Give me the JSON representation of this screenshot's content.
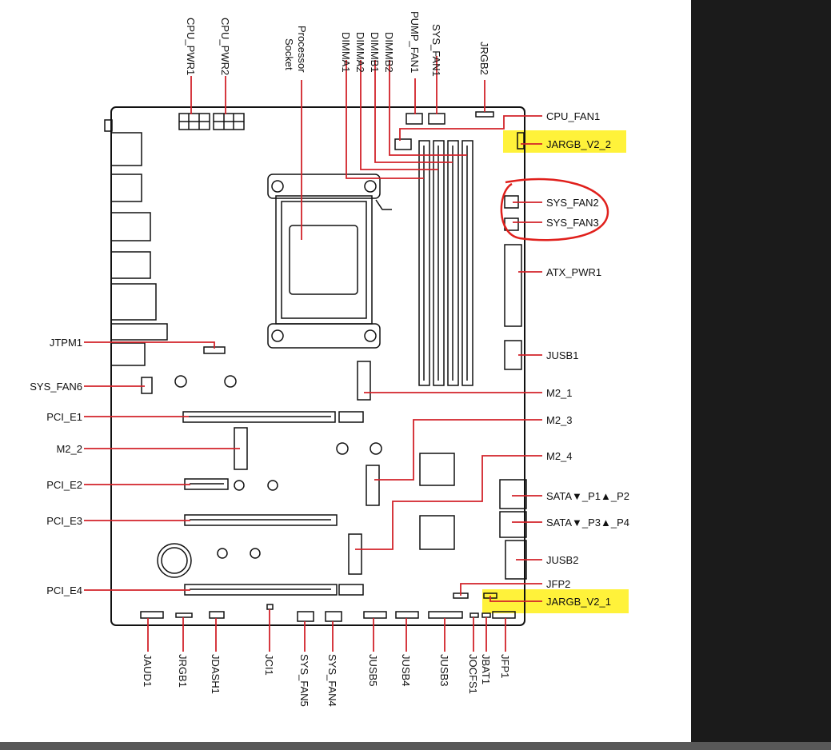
{
  "diagram": {
    "top_labels": {
      "cpu_pwr1": "CPU_PWR1",
      "cpu_pwr2": "CPU_PWR2",
      "processor_line1": "Processor",
      "processor_line2": "Socket",
      "dimma1": "DIMMA1",
      "dimma2": "DIMMA2",
      "dimmb1": "DIMMB1",
      "dimmb2": "DIMMB2",
      "pump_fan1": "PUMP_FAN1",
      "sys_fan1": "SYS_FAN1",
      "jrgb2": "JRGB2"
    },
    "right_labels": {
      "cpu_fan1": "CPU_FAN1",
      "jargb_v2_2": "JARGB_V2_2",
      "sys_fan2": "SYS_FAN2",
      "sys_fan3": "SYS_FAN3",
      "atx_pwr1": "ATX_PWR1",
      "jusb1": "JUSB1",
      "m2_1": "M2_1",
      "m2_3": "M2_3",
      "m2_4": "M2_4",
      "sata_p1p2": "SATA▼_P1▲_P2",
      "sata_p3p4": "SATA▼_P3▲_P4",
      "jusb2": "JUSB2",
      "jfp2": "JFP2",
      "jargb_v2_1": "JARGB_V2_1"
    },
    "left_labels": {
      "jtpm1": "JTPM1",
      "sys_fan6": "SYS_FAN6",
      "pci_e1": "PCI_E1",
      "m2_2": "M2_2",
      "pci_e2": "PCI_E2",
      "pci_e3": "PCI_E3",
      "pci_e4": "PCI_E4"
    },
    "bottom_labels": {
      "jaud1": "JAUD1",
      "jrgb1": "JRGB1",
      "jdash1": "JDASH1",
      "jci1": "JCI1",
      "sys_fan5": "SYS_FAN5",
      "sys_fan4": "SYS_FAN4",
      "jusb5": "JUSB5",
      "jusb4": "JUSB4",
      "jusb3": "JUSB3",
      "jocfs1": "JOCFS1",
      "jbat1": "JBAT1",
      "jfp1": "JFP1"
    },
    "colors": {
      "leader_line": "#d2232a",
      "highlight": "#fff23a",
      "annotation_circle": "#e0201c",
      "outline": "#111111"
    }
  }
}
